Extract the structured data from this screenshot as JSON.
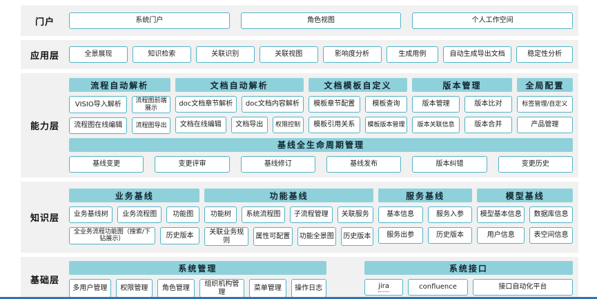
{
  "colors": {
    "row_bg": "#F1F1F1",
    "header_bg": "#8FD1DB",
    "item_border": "#4FB3C6",
    "bottom_line": "#2E74B5",
    "text": "#1A1A1A"
  },
  "layers": [
    {
      "id": "portal",
      "label": "门户",
      "bands": [
        {
          "sections": [
            {
              "flex": 1,
              "item_gap": 16,
              "rows": [
                [
                  {
                    "label": "系统门户",
                    "flex": 1
                  },
                  {
                    "label": "角色视图",
                    "flex": 1
                  },
                  {
                    "label": "个人工作空间",
                    "flex": 1
                  }
                ]
              ]
            }
          ]
        }
      ]
    },
    {
      "id": "application",
      "label": "应用层",
      "bands": [
        {
          "sections": [
            {
              "flex": 1,
              "rows": [
                [
                  {
                    "label": "全景展现",
                    "flex": 1
                  },
                  {
                    "label": "知识检索",
                    "flex": 1
                  },
                  {
                    "label": "关联识别",
                    "flex": 1
                  },
                  {
                    "label": "关联视图",
                    "flex": 1
                  },
                  {
                    "label": "影响度分析",
                    "flex": 1
                  },
                  {
                    "label": "生成用例",
                    "flex": 0.88
                  },
                  {
                    "label": "自动生成导出文档",
                    "flex": 1.18
                  },
                  {
                    "label": "稳定性分析",
                    "flex": 0.96
                  }
                ]
              ]
            }
          ]
        }
      ]
    },
    {
      "id": "capability",
      "label": "能力层",
      "bands": [
        {
          "sections": [
            {
              "header": "流程自动解析",
              "flex": 148,
              "rows": [
                [
                  {
                    "label": "VISIO导入解析",
                    "flex": 1.6
                  },
                  {
                    "label": "流程图前端展示",
                    "flex": 1,
                    "sm": true
                  }
                ],
                [
                  {
                    "label": "流程图在线编辑",
                    "flex": 1.6
                  },
                  {
                    "label": "流程图导出",
                    "flex": 1,
                    "sm": true
                  }
                ]
              ]
            },
            {
              "header": "文档自动解析",
              "flex": 188,
              "rows": [
                [
                  {
                    "label": "doc文档章节解析",
                    "flex": 1
                  },
                  {
                    "label": "doc文档内容解析",
                    "flex": 1
                  }
                ],
                [
                  {
                    "label": "文档在线编辑",
                    "flex": 1.4
                  },
                  {
                    "label": "文档导出",
                    "flex": 0.95
                  },
                  {
                    "label": "权限控制",
                    "flex": 0.8,
                    "sm": true
                  }
                ]
              ]
            },
            {
              "header": "文档模板自定义",
              "flex": 145,
              "rows": [
                [
                  {
                    "label": "模板章节配置",
                    "flex": 1.25
                  },
                  {
                    "label": "模板查询",
                    "flex": 1
                  }
                ],
                [
                  {
                    "label": "模板引用关系",
                    "flex": 1.25
                  },
                  {
                    "label": "模板版本管理",
                    "flex": 1,
                    "sm": true
                  }
                ]
              ]
            },
            {
              "header": "版本管理",
              "flex": 146,
              "rows": [
                [
                  {
                    "label": "版本管理",
                    "flex": 1
                  },
                  {
                    "label": "版本比对",
                    "flex": 1
                  }
                ],
                [
                  {
                    "label": "版本关联信息",
                    "flex": 1,
                    "sm": true
                  },
                  {
                    "label": "版本合并",
                    "flex": 1
                  }
                ]
              ]
            },
            {
              "header": "全局配置",
              "flex": 82,
              "rows": [
                [
                  {
                    "label": "标签管理/自定义",
                    "flex": 1,
                    "sm": true
                  }
                ],
                [
                  {
                    "label": "产品管理",
                    "flex": 1
                  }
                ]
              ]
            }
          ]
        },
        {
          "sections": [
            {
              "header": "基线全生命周期管理",
              "flex": 1,
              "item_gap": 16,
              "rows": [
                [
                  {
                    "label": "基线变更",
                    "flex": 1
                  },
                  {
                    "label": "变更评审",
                    "flex": 1
                  },
                  {
                    "label": "基线修订",
                    "flex": 1
                  },
                  {
                    "label": "基线发布",
                    "flex": 1
                  },
                  {
                    "label": "版本纠错",
                    "flex": 1
                  },
                  {
                    "label": "变更历史",
                    "flex": 1
                  }
                ]
              ]
            }
          ]
        }
      ]
    },
    {
      "id": "knowledge",
      "label": "知识层",
      "bands": [
        {
          "sections": [
            {
              "header": "业务基线",
              "flex": 190,
              "rows": [
                [
                  {
                    "label": "业务基线树",
                    "flex": 1.15
                  },
                  {
                    "label": "业务流程图",
                    "flex": 1.15
                  },
                  {
                    "label": "功能图",
                    "flex": 0.85
                  }
                ],
                [
                  {
                    "label": "全业务流程功能图（搜索/下钻展示）",
                    "flex": 2.3,
                    "sm": true
                  },
                  {
                    "label": "历史版本",
                    "flex": 1
                  }
                ]
              ]
            },
            {
              "header": "功能基线",
              "flex": 245,
              "rows": [
                [
                  {
                    "label": "功能树",
                    "flex": 0.8
                  },
                  {
                    "label": "系统流程图",
                    "flex": 1.1
                  },
                  {
                    "label": "子流程管理",
                    "flex": 1.1
                  },
                  {
                    "label": "关联服务",
                    "flex": 0.9
                  }
                ],
                [
                  {
                    "label": "关联业务规则",
                    "flex": 1.2
                  },
                  {
                    "label": "属性可配置",
                    "flex": 1.05
                  },
                  {
                    "label": "功能全景图",
                    "flex": 1.05
                  },
                  {
                    "label": "历史版本",
                    "flex": 0.85
                  }
                ]
              ]
            },
            {
              "header": "服务基线",
              "flex": 137,
              "rows": [
                [
                  {
                    "label": "基本信息",
                    "flex": 1
                  },
                  {
                    "label": "服务入参",
                    "flex": 1
                  }
                ],
                [
                  {
                    "label": "服务出参",
                    "flex": 1
                  },
                  {
                    "label": "历史版本",
                    "flex": 1
                  }
                ]
              ]
            },
            {
              "header": "模型基线",
              "flex": 139,
              "rows": [
                [
                  {
                    "label": "模型基本信息",
                    "flex": 1.1
                  },
                  {
                    "label": "数据库信息",
                    "flex": 1
                  }
                ],
                [
                  {
                    "label": "用户信息",
                    "flex": 1.1
                  },
                  {
                    "label": "表空间信息",
                    "flex": 1
                  }
                ]
              ]
            }
          ]
        }
      ]
    },
    {
      "id": "base",
      "label": "基础层",
      "bands": [
        {
          "sections": [
            {
              "header": "系统管理",
              "flex": 370,
              "gap_after": 48,
              "rows": [
                [
                  {
                    "label": "多用户管理",
                    "flex": 1.15
                  },
                  {
                    "label": "权限管理",
                    "flex": 1
                  },
                  {
                    "label": "角色管理",
                    "flex": 1
                  },
                  {
                    "label": "组织机构管理",
                    "flex": 1.25
                  },
                  {
                    "label": "菜单管理",
                    "flex": 1
                  },
                  {
                    "label": "操作日志",
                    "flex": 0.95
                  }
                ]
              ]
            },
            {
              "header": "系统接口",
              "flex": 300,
              "rows": [
                [
                  {
                    "label": "jira",
                    "flex": 0.6,
                    "u": true
                  },
                  {
                    "label": "confluence",
                    "flex": 0.95
                  },
                  {
                    "label": "接口自动化平台",
                    "flex": 1.65
                  }
                ]
              ]
            }
          ]
        }
      ]
    }
  ]
}
